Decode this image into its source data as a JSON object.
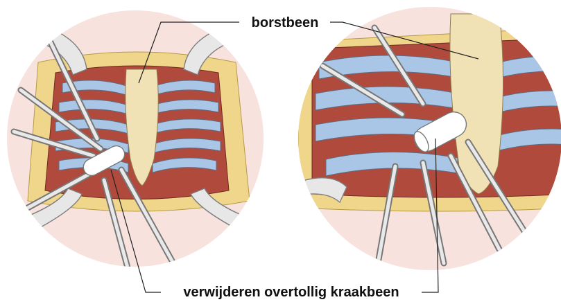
{
  "labels": {
    "sternum": "borstbeen",
    "excess_cartilage": "verwijderen overtollig kraakbeen"
  },
  "colors": {
    "background": "#ffffff",
    "skin": "#f7e2de",
    "fat": "#efd68a",
    "muscle": "#b04a3c",
    "rib": "#a9c6e6",
    "cartilage": "#f1e2b6",
    "instrument": "#d9d9d9",
    "text": "#111111"
  },
  "panels": [
    {
      "name": "left-surgical-view",
      "icon": "open-chest-overview-illustration"
    },
    {
      "name": "right-surgical-view",
      "icon": "cartilage-removal-closeup-illustration"
    }
  ]
}
